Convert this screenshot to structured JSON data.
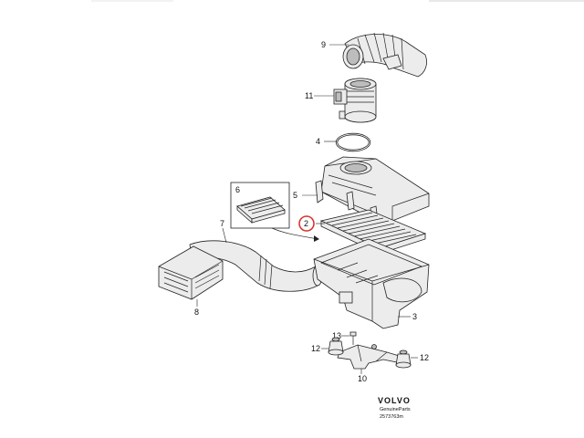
{
  "diagram": {
    "callouts": {
      "c9": "9",
      "c11": "11",
      "c4": "4",
      "c6": "6",
      "c5": "5",
      "c2": "2",
      "c7": "7",
      "c8": "8",
      "c3": "3",
      "c13": "13",
      "c12a": "12",
      "c12b": "12",
      "c10": "10"
    },
    "highlight_color": "#d9342b",
    "footer": {
      "brand": "VOLVO",
      "line1": "GenuineParts",
      "line2": "2573763m"
    }
  }
}
